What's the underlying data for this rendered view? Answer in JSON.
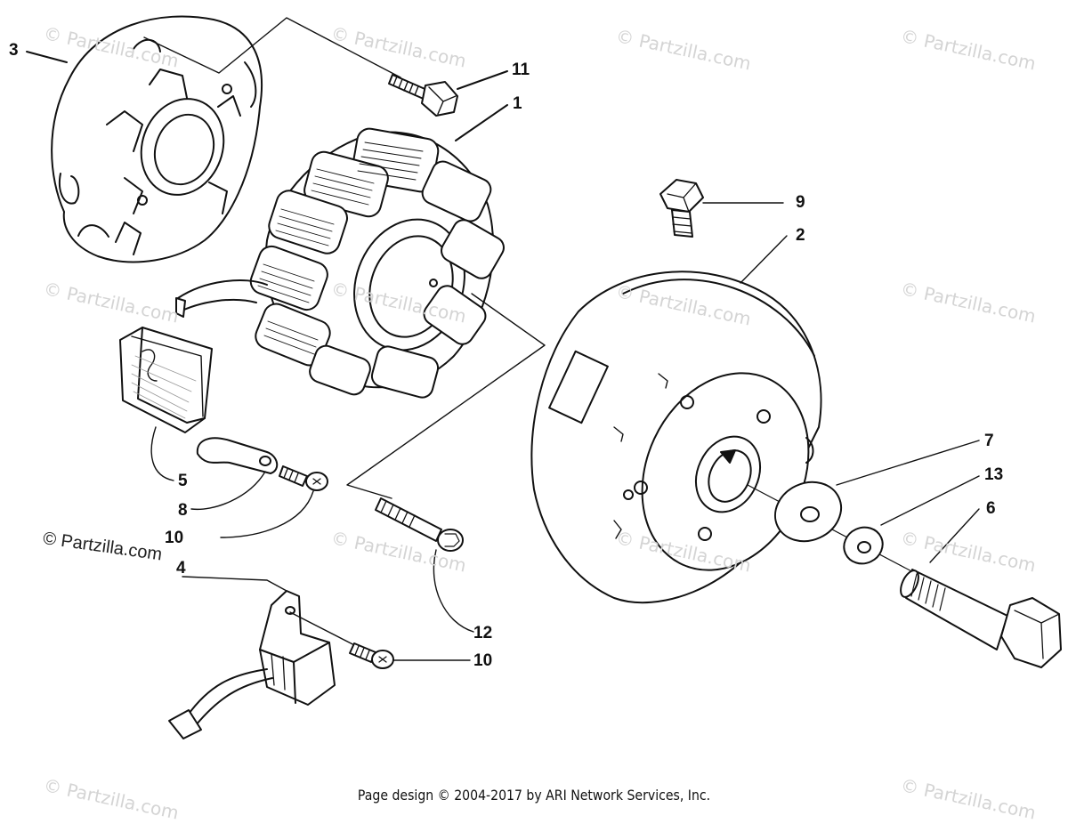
{
  "watermark": "© Partzilla.com",
  "watermark_featured": "© Partzilla.com",
  "footer": "Page design © 2004-2017 by ARI Network Services, Inc.",
  "callouts": {
    "p1": "1",
    "p2": "2",
    "p3": "3",
    "p4": "4",
    "p5": "5",
    "p6": "6",
    "p7": "7",
    "p8": "8",
    "p9": "9",
    "p10a": "10",
    "p10b": "10",
    "p11": "11",
    "p12": "12",
    "p13": "13"
  },
  "parts": [
    {
      "id": "stator",
      "number": "1"
    },
    {
      "id": "flywheel",
      "number": "2"
    },
    {
      "id": "stator-cover",
      "number": "3"
    },
    {
      "id": "pulser-coil",
      "number": "4"
    },
    {
      "id": "grommet",
      "number": "5"
    },
    {
      "id": "flywheel-bolt",
      "number": "6"
    },
    {
      "id": "washer",
      "number": "7"
    },
    {
      "id": "clamp",
      "number": "8"
    },
    {
      "id": "cap-screw",
      "number": "9"
    },
    {
      "id": "screw",
      "number": "10"
    },
    {
      "id": "flange-bolt",
      "number": "11"
    },
    {
      "id": "stator-bolt",
      "number": "12"
    },
    {
      "id": "lock-washer",
      "number": "13"
    }
  ]
}
